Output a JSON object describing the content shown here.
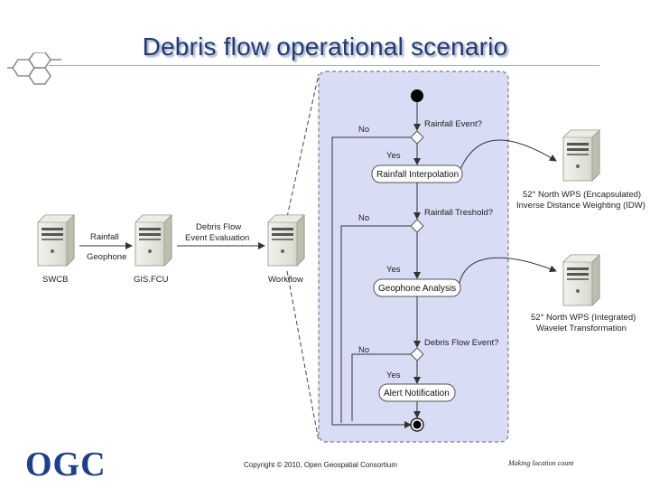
{
  "title": "Debris flow operational scenario",
  "servers": {
    "swcb": "SWCB",
    "gisfcu": "GIS.FCU",
    "workflow": "Workflow",
    "wps_encapsulated": [
      "52° North WPS (Encapsulated)",
      "Inverse Distance Weighting (IDW)"
    ],
    "wps_integrated": [
      "52° North WPS (Integrated)",
      "Wavelet Transformation"
    ]
  },
  "edges": {
    "rainfall": "Rainfall",
    "geophone": "Geophone",
    "debris_eval": [
      "Debris Flow",
      "Event Evaluation"
    ]
  },
  "workflow": {
    "decision1": "Rainfall Event?",
    "decision2": "Rainfall Treshold?",
    "decision3": "Debris Flow Event?",
    "activity1": "Rainfall Interpolation",
    "activity2": "Geophone Analysis",
    "activity3": "Alert Notification",
    "no1": "No",
    "no2": "No",
    "no3": "No",
    "yes1": "Yes",
    "yes2": "Yes",
    "yes3": "Yes"
  },
  "footer": {
    "copyright": "Copyright © 2010, Open Geospatial Consortium",
    "tagline": "Making location count",
    "logo": "OGC"
  },
  "colors": {
    "title": "#1f3a78",
    "workflow_bg": "#d8dcf4",
    "logo": "#1f3f86"
  }
}
